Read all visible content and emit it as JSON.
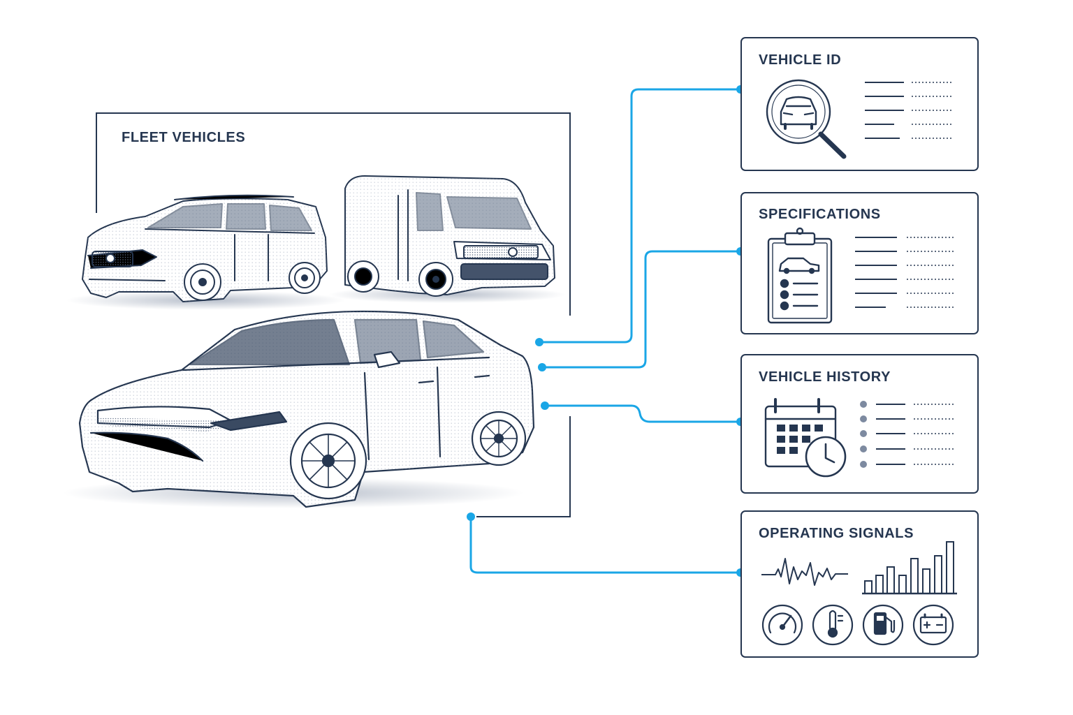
{
  "colors": {
    "ink": "#253650",
    "ink_light": "#5b6b82",
    "accent": "#1aa6e6",
    "background": "#ffffff"
  },
  "fleet": {
    "title": "FLEET VEHICLES",
    "vehicles": [
      {
        "type": "suv",
        "icon": "suv-illustration"
      },
      {
        "type": "van",
        "icon": "cargo-van-illustration"
      },
      {
        "type": "sedan",
        "icon": "sedan-illustration"
      }
    ]
  },
  "panels": [
    {
      "id": "vehicle-id",
      "title": "VEHICLE ID",
      "icon": "car-magnifier-icon",
      "rows": 5
    },
    {
      "id": "specifications",
      "title": "SPECIFICATIONS",
      "icon": "clipboard-checklist-icon",
      "rows": 6
    },
    {
      "id": "vehicle-history",
      "title": "VEHICLE HISTORY",
      "icon": "calendar-clock-icon",
      "rows": 5
    },
    {
      "id": "operating-signals",
      "title": "OPERATING SIGNALS",
      "icon": "signals-icon",
      "signal_icons": [
        "speedometer-icon",
        "thermometer-icon",
        "fuel-pump-icon",
        "battery-icon"
      ]
    }
  ]
}
